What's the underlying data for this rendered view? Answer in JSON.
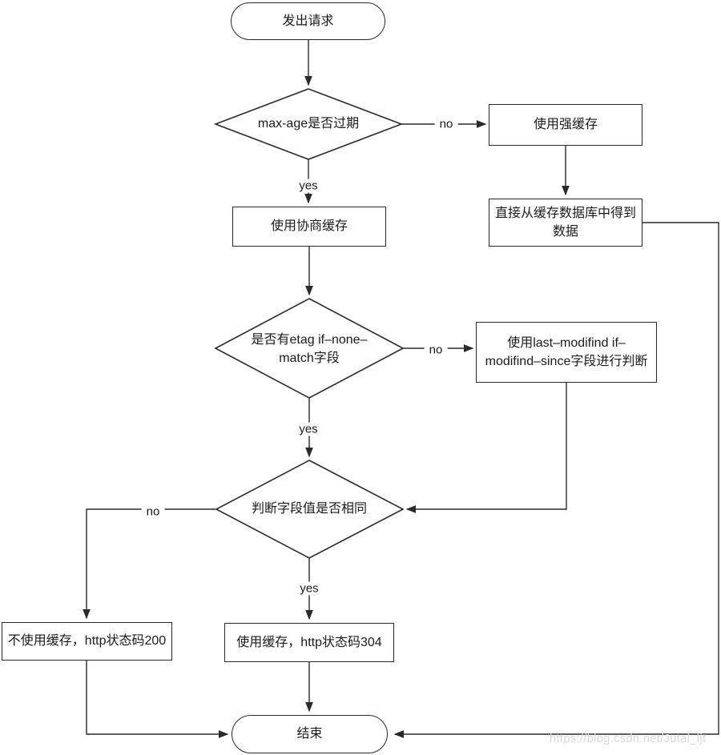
{
  "diagram": {
    "type": "flowchart",
    "colors": {
      "stroke": "#2a2a2a",
      "text": "#1a1a1a",
      "node_fill": "#ffffff",
      "background": "#ffffff",
      "watermark": "#d9d9d9"
    },
    "nodes": {
      "start": {
        "shape": "terminator",
        "label": "发出请求"
      },
      "maxage": {
        "shape": "decision",
        "label": "max-age是否过期"
      },
      "strong_cache": {
        "shape": "process",
        "label": "使用强缓存"
      },
      "get_data": {
        "shape": "process",
        "lines": [
          "直接从缓存数据库中得到",
          "数据"
        ]
      },
      "negotiate": {
        "shape": "process",
        "label": "使用协商缓存"
      },
      "etag": {
        "shape": "decision",
        "lines": [
          "是否有etag if–none–",
          "match字段"
        ]
      },
      "last_modified": {
        "shape": "process",
        "lines": [
          "使用last–modifind if–",
          "modifind–since字段进行判断"
        ]
      },
      "compare": {
        "shape": "decision",
        "label": "判断字段值是否相同"
      },
      "no_cache": {
        "shape": "process",
        "label": "不使用缓存，http状态码200"
      },
      "use_cache": {
        "shape": "process",
        "label": "使用缓存，http状态码304"
      },
      "end": {
        "shape": "terminator",
        "label": "结束"
      }
    },
    "edge_labels": {
      "maxage_no": "no",
      "maxage_yes": "yes",
      "etag_no": "no",
      "etag_yes": "yes",
      "compare_no": "no",
      "compare_yes": "yes"
    },
    "watermark": "https://blog.csdn.net/Jutal_ljt"
  }
}
